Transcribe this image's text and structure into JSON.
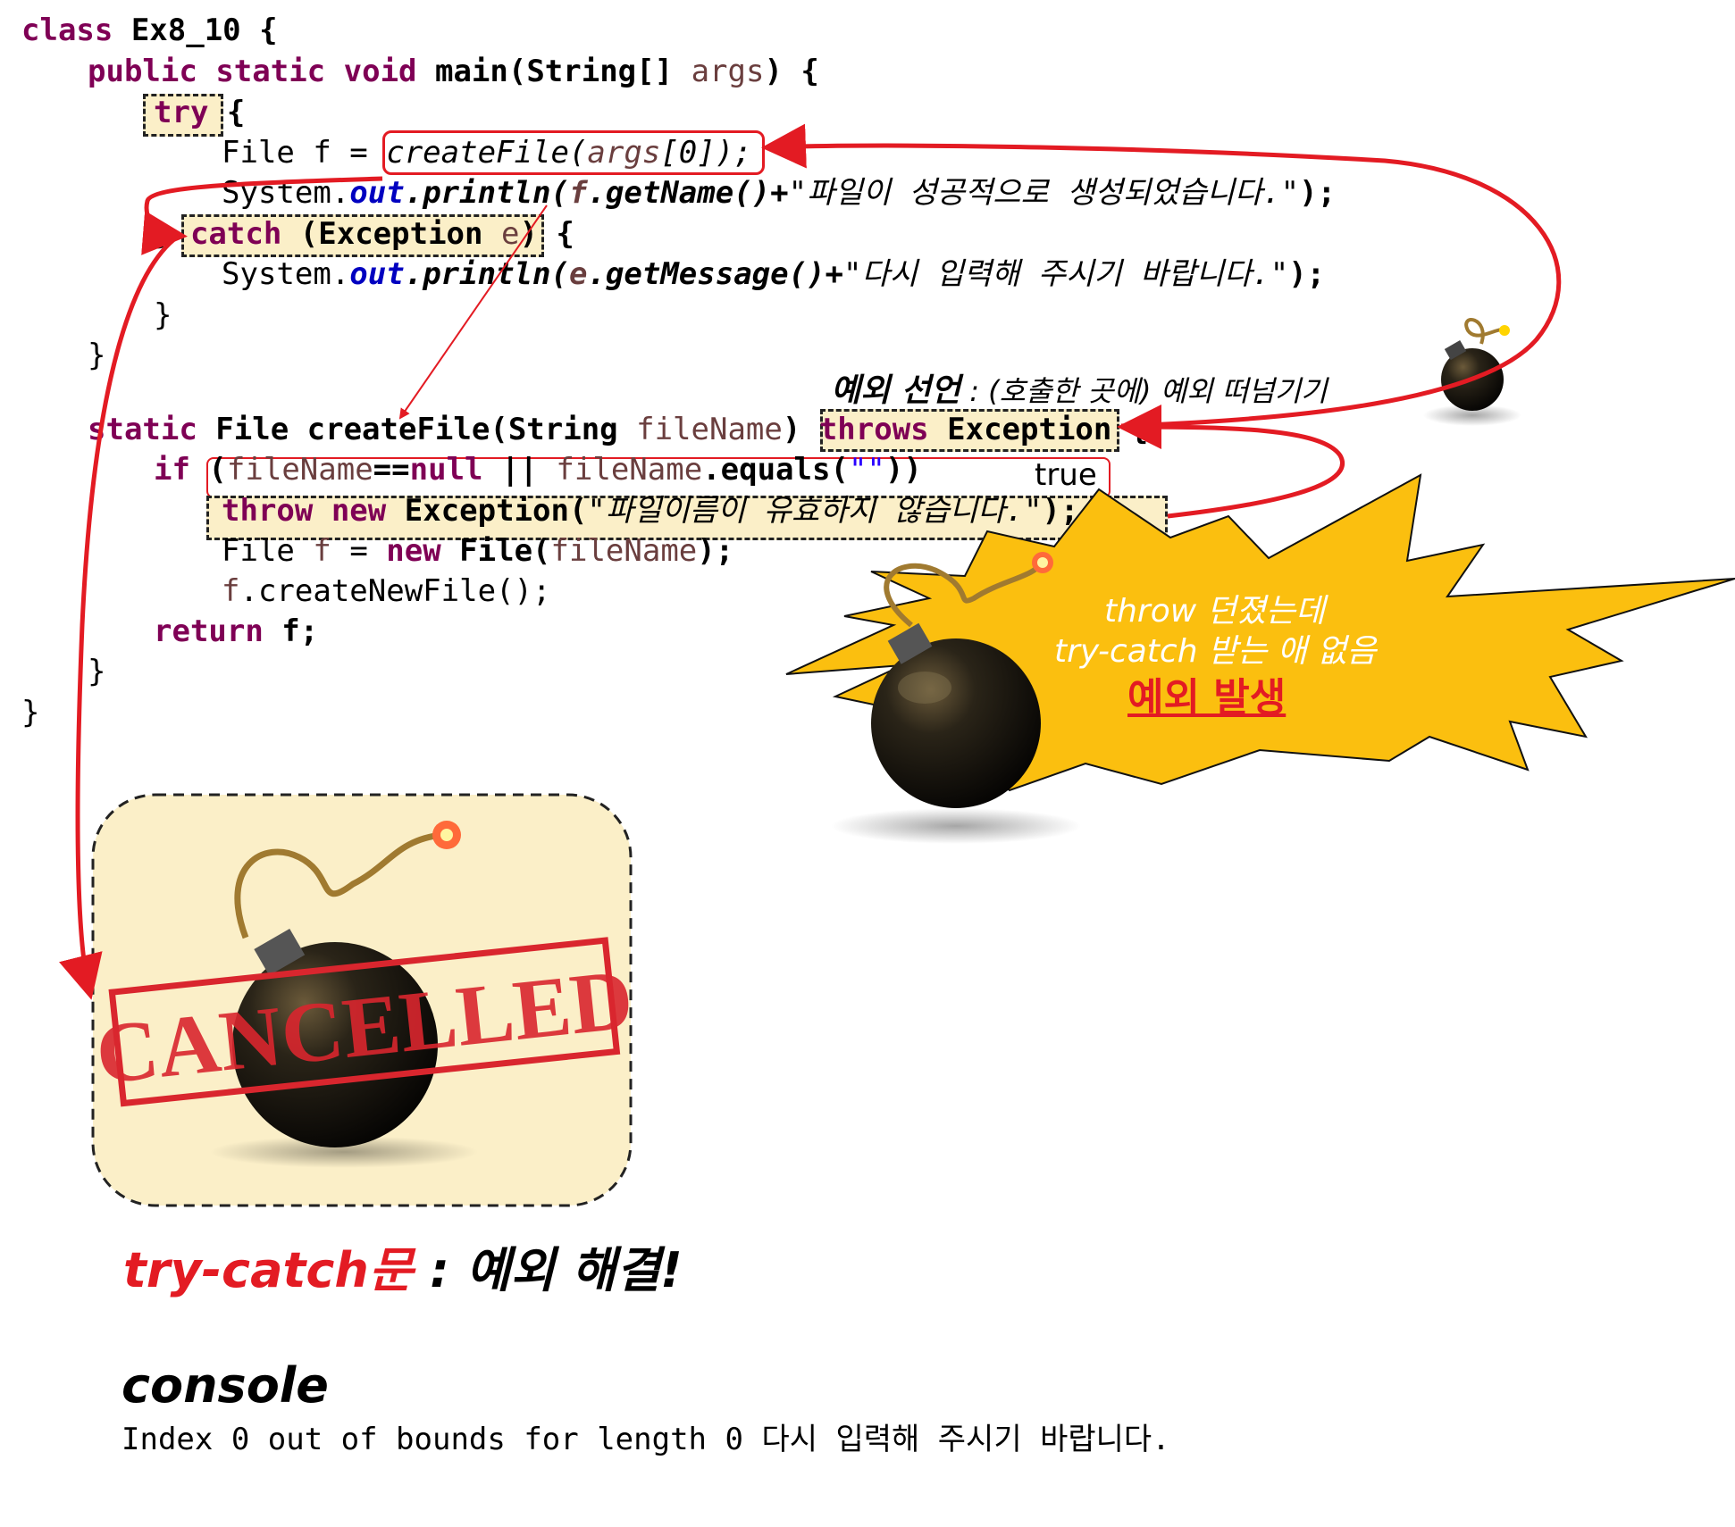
{
  "code": {
    "line1": {
      "kw": "class",
      "rest": " Ex8_10 {"
    },
    "line2": {
      "kw1": "public",
      "kw2": "static",
      "kw3": "void",
      "rest1": " main(String[] ",
      "var": "args",
      "rest2": ") {"
    },
    "line3": {
      "kw": "try",
      "rest": " {"
    },
    "line4": {
      "pre": "File f = ",
      "call": "createFile(",
      "var": "args",
      "post": "[0]);"
    },
    "line5": {
      "pre": "System.",
      "fld": "out",
      "call": ".println(",
      "var": "f",
      "meth": ".getName()+",
      "str": "\"파일이 성공적으로 생성되었습니다.\"",
      "end": ");"
    },
    "line6": {
      "pre": "} ",
      "kw": "catch",
      "rest1": " (Exception ",
      "var": "e",
      "rest2": ") {"
    },
    "line7": {
      "pre": "System.",
      "fld": "out",
      "call": ".println(",
      "var": "e",
      "meth": ".getMessage()+",
      "str": "\"다시 입력해 주시기 바랍니다.\"",
      "end": ");"
    },
    "line8": "}",
    "line9": "}",
    "line10": {
      "kw": "static",
      "rest1": " File createFile(String ",
      "var": "fileName",
      "rest2": ") ",
      "kw2": "throws",
      "rest3": " Exception {"
    },
    "line11": {
      "kw": "if",
      "rest1": " (",
      "var1": "fileName",
      "rest2": "==",
      "kw2": "null",
      "rest3": " || ",
      "var2": "fileName",
      "rest4": ".equals(",
      "str": "\"\"",
      "rest5": "))"
    },
    "line12": {
      "kw": "throw",
      "kw2": " new",
      "rest1": " Exception(",
      "str": "\"파일이름이 유효하지 않습니다.\"",
      "rest2": ");"
    },
    "line13": {
      "pre": "File ",
      "var": "f",
      "mid": " = ",
      "kw": "new",
      "rest": " File(",
      "var2": "fileName",
      "end": ");"
    },
    "line14": {
      "var": "f",
      "rest": ".createNewFile();"
    },
    "line15": {
      "kw": "return",
      "rest": " f;"
    },
    "line16": "}",
    "line17": "}"
  },
  "annotations": {
    "declaration_bold": "예외 선언",
    "declaration_rest": " : (호출한 곳에) 예외 떠넘기기",
    "true_label": "true",
    "burst_line1": "throw 던졌는데",
    "burst_line2": "try-catch 받는 애 없음",
    "burst_line3": "예외 발생",
    "cancelled_stamp": "CANCELLED",
    "resolution_red": "try-catch문",
    "resolution_black": " : 예외 해결!",
    "console_title": "console",
    "console_output": "Index 0 out of bounds for length 0 다시 입력해 주시기 바랍니다."
  },
  "icons": {
    "bomb_small": "bomb-icon",
    "bomb_large": "bomb-icon",
    "bomb_cancelled": "bomb-icon",
    "explosion": "explosion-burst-icon"
  },
  "colors": {
    "arrow_red": "#e31b23",
    "highlight_bg": "#fbefc8",
    "burst_fill": "#fbbf0f",
    "keyword": "#7f0055",
    "field_blue": "#0000c0"
  }
}
